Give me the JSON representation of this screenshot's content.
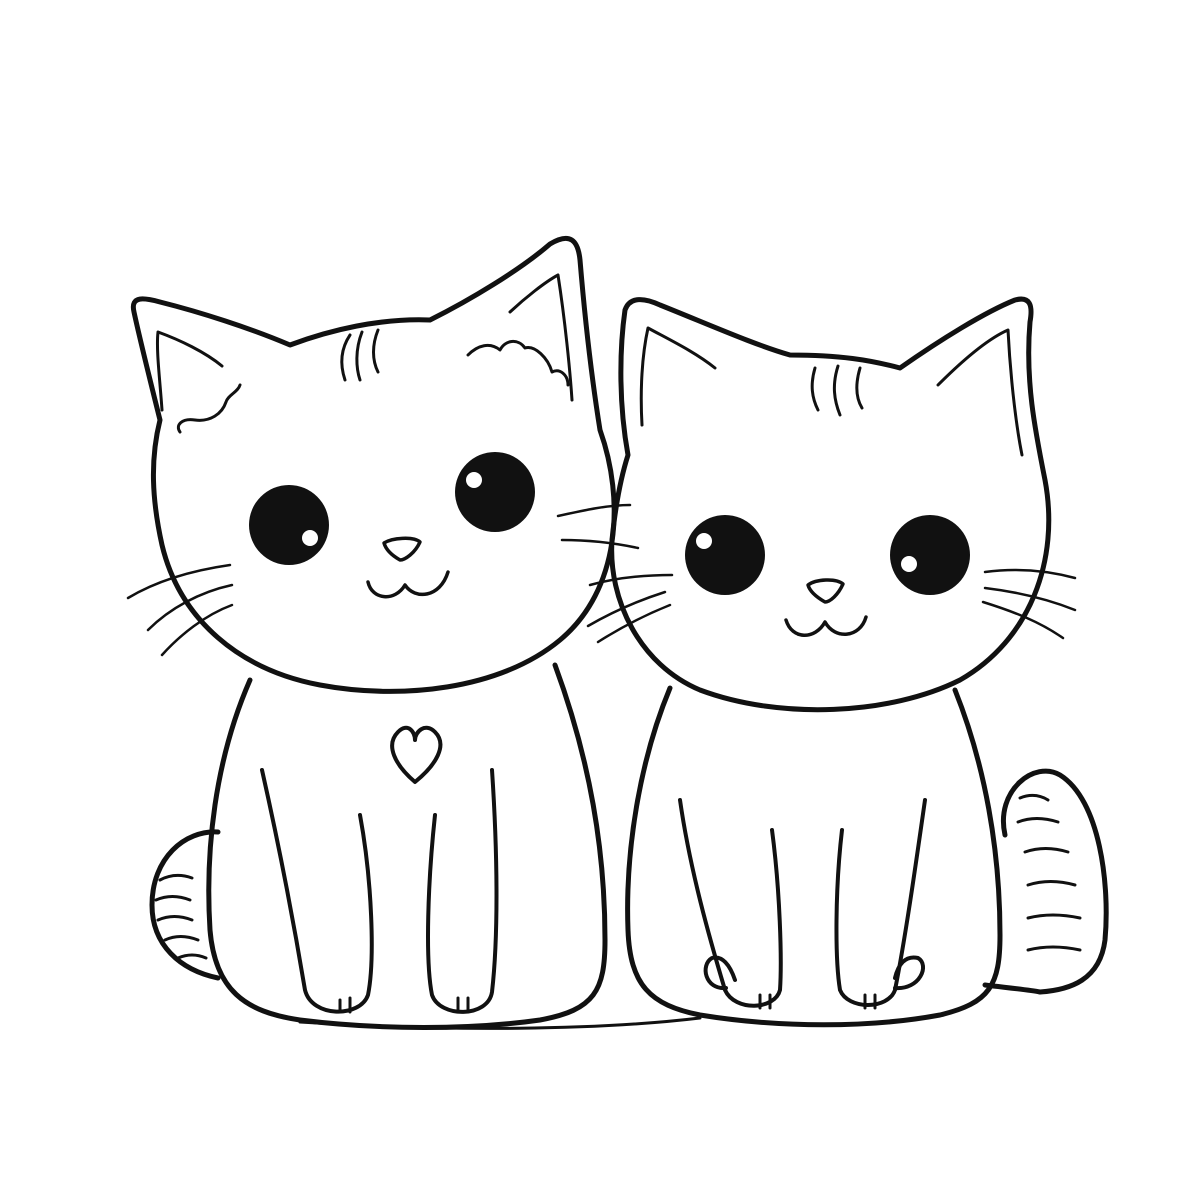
{
  "image": {
    "kind": "line-art coloring illustration",
    "background_color": "#ffffff",
    "ink_color": "#111111",
    "subjects": [
      "left-cat",
      "right-cat"
    ],
    "left_cat": {
      "features": [
        "heart-pendant",
        "fringe-tuft",
        "striped-tail"
      ]
    },
    "right_cat": {
      "features": [
        "striped-tail"
      ]
    }
  }
}
